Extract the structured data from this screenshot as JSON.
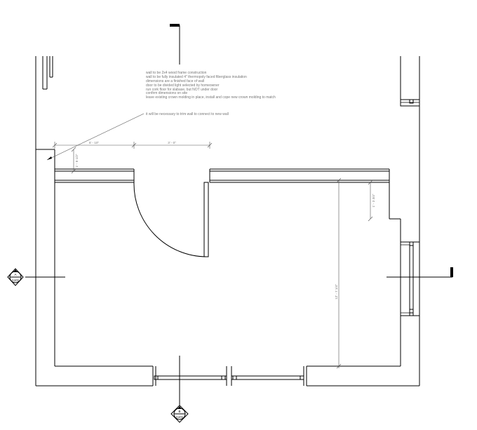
{
  "notes": [
    "wall to be 2x4 wood frame construction",
    "wall to be fully insulated 4\" thermopoly faced fiberglass insulation",
    "dimensions are a finished face of wall",
    "door to be divided light selected by homeowner",
    "run cork floor for slabase, but NOT under door",
    "confirm dimensions on site",
    "leave existing crown molding in place, install and cope new crown molding to match"
  ],
  "leader_note": "it will be necessary to trim wall to connect to new wall",
  "dimensions": {
    "top_left": "5' - 10\"",
    "door_opening": "3' - 0\"",
    "left_wall": "1' - 8 1/2\"",
    "right_small": "1' - 3 3/4\"",
    "right_long": "12' - 7 1/4\""
  },
  "markers": {
    "left": "A",
    "left_sheet": "A101",
    "bottom": "B",
    "bottom_sheet": "A101"
  }
}
